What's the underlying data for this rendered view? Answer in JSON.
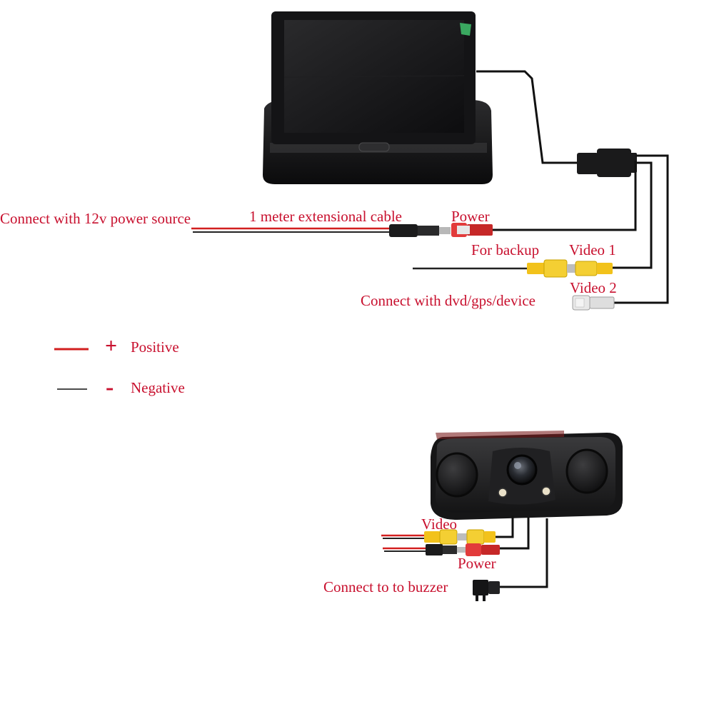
{
  "labels": {
    "power_source": "Connect with 12v power source",
    "ext_cable": "1 meter extensional cable",
    "monitor_power": "Power",
    "for_backup": "For backup",
    "video1": "Video 1",
    "video2": "Video 2",
    "dvd_device": "Connect with dvd/gps/device",
    "cam_video": "Video",
    "cam_power": "Power",
    "buzzer": "Connect to to buzzer"
  },
  "legend": {
    "positive_symbol": "+",
    "positive_label": "Positive",
    "negative_symbol": "-",
    "negative_label": "Negative"
  },
  "colors": {
    "label_red": "#c8102e",
    "positive_wire": "#d21f1f",
    "negative_wire": "#111111",
    "rca_yellow": "#f2c21b",
    "rca_red": "#e23b3b",
    "rca_white": "#e8e8e8",
    "device_body": "#1c1c1e"
  }
}
